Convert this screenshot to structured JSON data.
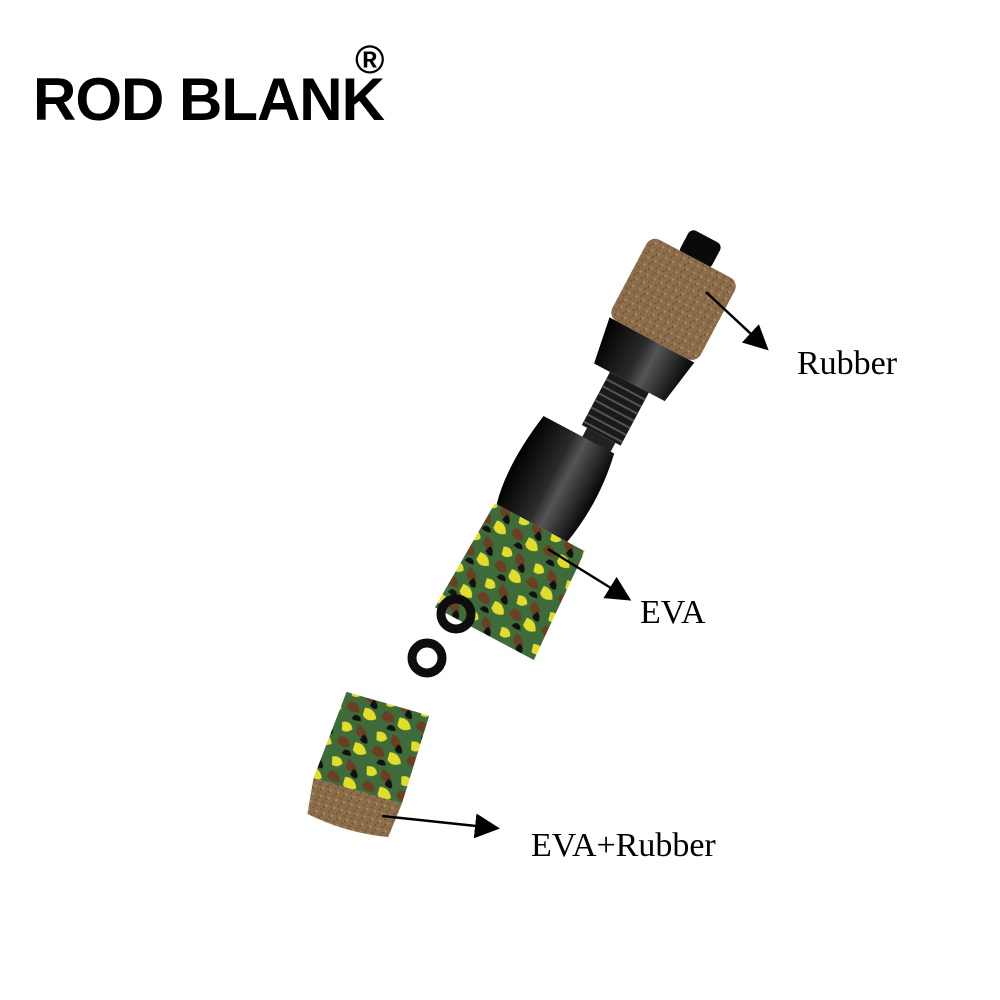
{
  "brand": {
    "name": "ROD BLANK",
    "mark": "®"
  },
  "callouts": {
    "rubber": "Rubber",
    "eva": "EVA",
    "eva_rubber": "EVA+Rubber"
  },
  "colors": {
    "cork": "#8b6d4a",
    "camo_green": "#3d6b3a",
    "camo_yellow": "#e2dc2b",
    "camo_brown": "#6b3f24",
    "reel_seat": "#111111"
  }
}
